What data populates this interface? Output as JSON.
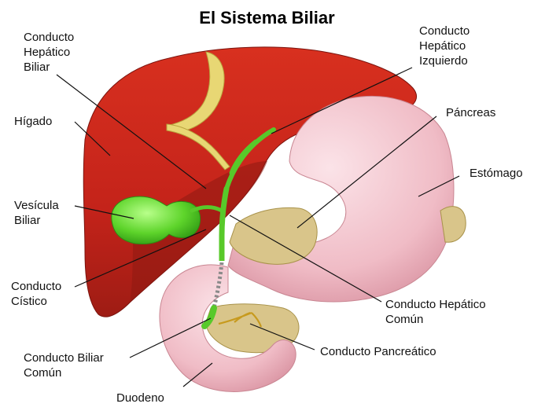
{
  "title": "El Sistema Biliar",
  "labels": {
    "conducto_hepatico_biliar": "Conducto\nHepático\nBiliar",
    "higado": "Hígado",
    "vesicula_biliar": "Vesícula\nBiliar",
    "conducto_cistico": "Conducto\nCístico",
    "conducto_biliar_comun": "Conducto Biliar\nComún",
    "duodeno": "Duodeno",
    "conducto_hepatico_izquierdo": "Conducto\nHepático\nIzquierdo",
    "pancreas": "Páncreas",
    "estomago": "Estómago",
    "conducto_hepatico_comun": "Conducto Hepático\nComún",
    "conducto_pancreatico": "Conducto Pancreático"
  },
  "colors": {
    "liver": "#c8261a",
    "liver_dark": "#8e1a12",
    "stomach": "#f2c4cc",
    "pancreas": "#d9c58a",
    "gallbladder": "#5ed42b",
    "ligament": "#e8d774",
    "duct": "#58c92a"
  }
}
